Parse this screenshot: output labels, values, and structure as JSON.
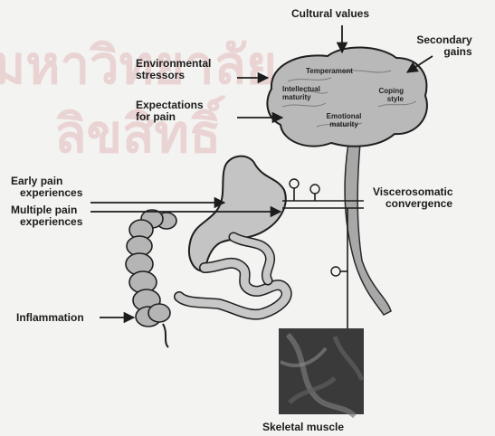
{
  "watermark": {
    "line1": "มหาวิทยาลัย",
    "line2": "ลิขสิทธิ์"
  },
  "labels": {
    "cultural_values": "Cultural values",
    "secondary_gains": [
      "Secondary",
      "gains"
    ],
    "environmental_stressors": [
      "Environmental",
      "stressors"
    ],
    "expectations_for_pain": [
      "Expectations",
      "for pain"
    ],
    "temperament": "Temperament",
    "intellectual_maturity": [
      "Intellectual",
      "maturity"
    ],
    "coping_style": [
      "Coping",
      "style"
    ],
    "emotional_maturity": [
      "Emotional",
      "maturity"
    ],
    "early_pain_experiences": [
      "Early pain",
      "experiences"
    ],
    "multiple_pain_experiences": [
      "Multiple pain",
      "experiences"
    ],
    "viscerosomatic_convergence": [
      "Viscerosomatic",
      "convergence"
    ],
    "inflammation": "Inflammation",
    "skeletal_muscle": "Skeletal muscle"
  },
  "colors": {
    "ink": "#1c1c1c",
    "organ_fill": "#bdbdbd",
    "organ_dark": "#8e8e8e",
    "watermark": "#e7c9c9"
  }
}
